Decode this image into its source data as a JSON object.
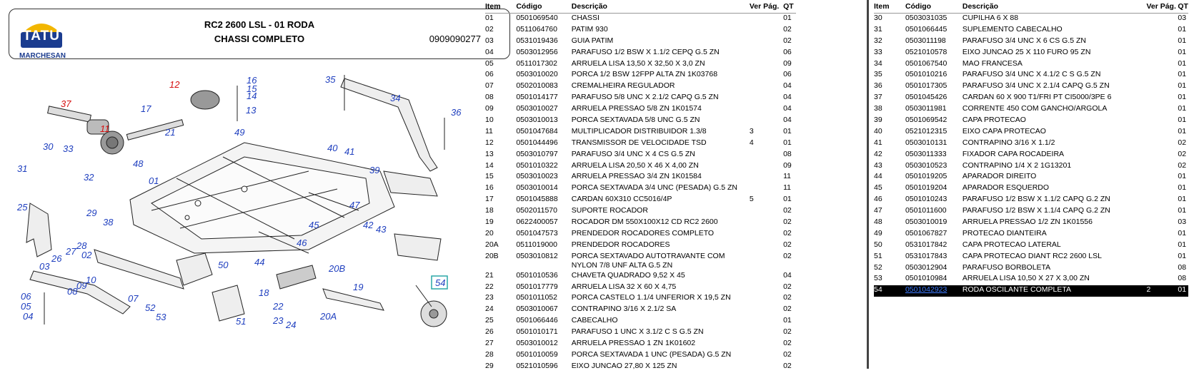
{
  "header": {
    "logo_word": "TATU",
    "logo_sub": "MARCHESAN",
    "title": "RC2 2600 LSL - 01 RODA",
    "subtitle": "CHASSI COMPLETO",
    "code": "0909090277"
  },
  "table": {
    "headers": [
      "Item",
      "Código",
      "Descrição",
      "Ver Pág.",
      "QT"
    ]
  },
  "left_rows": [
    [
      "01",
      "0501069540",
      "CHASSI",
      "",
      "01"
    ],
    [
      "02",
      "0511064760",
      "PATIM 930",
      "",
      "02"
    ],
    [
      "03",
      "0531019436",
      "GUIA PATIM",
      "",
      "02"
    ],
    [
      "04",
      "0503012956",
      "PARAFUSO 1/2 BSW X 1.1/2 CEPQ G.5 ZN",
      "",
      "06"
    ],
    [
      "05",
      "0511017302",
      "ARRUELA LISA 13,50 X 32,50 X 3,0 ZN",
      "",
      "09"
    ],
    [
      "06",
      "0503010020",
      "PORCA   1/2   BSW 12FPP ALTA  ZN        1K03768",
      "",
      "06"
    ],
    [
      "07",
      "0502010083",
      "CREMALHEIRA REGULADOR",
      "",
      "04"
    ],
    [
      "08",
      "0501014177",
      "PARAFUSO 5/8 UNC X 2.1/2 CAPQ G.5 ZN",
      "",
      "04"
    ],
    [
      "09",
      "0503010027",
      "ARRUELA PRESSAO 5/8 ZN 1K01574",
      "",
      "04"
    ],
    [
      "10",
      "0503010013",
      "PORCA SEXTAVADA 5/8 UNC G.5 ZN",
      "",
      "04"
    ],
    [
      "11",
      "0501047684",
      "MULTIPLICADOR DISTRIBUIDOR 1.3/8",
      "3",
      "01"
    ],
    [
      "12",
      "0501044496",
      "TRANSMISSOR DE VELOCIDADE TSD",
      "4",
      "01"
    ],
    [
      "13",
      "0503010797",
      "PARAFUSO 3/4 UNC X 4 CS G.5 ZN",
      "",
      "08"
    ],
    [
      "14",
      "0501010322",
      "ARRUELA LISA 20,50 X 46 X 4,00   ZN",
      "",
      "09"
    ],
    [
      "15",
      "0503010023",
      "ARRUELA PRESSAO 3/4 ZN 1K01584",
      "",
      "11"
    ],
    [
      "16",
      "0503010014",
      "PORCA SEXTAVADA 3/4 UNC (PESADA) G.5 ZN",
      "",
      "11"
    ],
    [
      "17",
      "0501045888",
      "CARDAN 60X310 CC5016/4P",
      "5",
      "01"
    ],
    [
      "18",
      "0502011570",
      "SUPORTE ROCADOR",
      "",
      "02"
    ],
    [
      "19",
      "0622400057",
      "ROCADOR DM 550X100X12 CD RC2 2600",
      "",
      "02"
    ],
    [
      "20",
      "0501047573",
      "PRENDEDOR ROCADORES COMPLETO",
      "",
      "02"
    ],
    [
      "20A",
      "0511019000",
      "PRENDEDOR ROCADORES",
      "",
      "02"
    ],
    [
      "20B",
      "0503010812",
      "PORCA  SEXTAVADO  AUTOTRAVANTE  COM  NYLON 7/8 UNF ALTA G.5 ZN",
      "",
      "02"
    ],
    [
      "21",
      "0501010536",
      "CHAVETA QUADRADO 9,52 X 45",
      "",
      "04"
    ],
    [
      "22",
      "0501017779",
      "ARRUELA LISA 32 X 60 X 4,75",
      "",
      "02"
    ],
    [
      "23",
      "0501011052",
      "PORCA CASTELO 1.1/4 UNFERIOR X 19,5 ZN",
      "",
      "02"
    ],
    [
      "24",
      "0503010067",
      "CONTRAPINO 3/16 X 2.1/2          SA",
      "",
      "02"
    ],
    [
      "25",
      "0501066446",
      "CABECALHO",
      "",
      "01"
    ],
    [
      "26",
      "0501010171",
      "PARAFUSO 1 UNC X 3.1/2 C S G.5 ZN",
      "",
      "02"
    ],
    [
      "27",
      "0503010012",
      "ARRUELA PRESSAO 1 ZN 1K01602",
      "",
      "02"
    ],
    [
      "28",
      "0501010059",
      "PORCA SEXTAVADA 1 UNC (PESADA) G.5 ZN",
      "",
      "02"
    ],
    [
      "29",
      "0521010596",
      "EIXO JUNCAO 27,80 X 125            ZN",
      "",
      "02"
    ]
  ],
  "right_rows": [
    [
      "30",
      "0503031035",
      "CUPILHA 6 X 88",
      "",
      "03"
    ],
    [
      "31",
      "0501066445",
      "SUPLEMENTO CABECALHO",
      "",
      "01"
    ],
    [
      "32",
      "0503011198",
      "PARAFUSO 3/4 UNC X 6 CS G.5 ZN",
      "",
      "01"
    ],
    [
      "33",
      "0521010578",
      "EIXO JUNCAO 25 X 110 FURO 95 ZN",
      "",
      "01"
    ],
    [
      "34",
      "0501067540",
      "MAO FRANCESA",
      "",
      "01"
    ],
    [
      "35",
      "0501010216",
      "PARAFUSO 3/4 UNC X 4.1/2 C S  G.5 ZN",
      "",
      "01"
    ],
    [
      "36",
      "0501017305",
      "PARAFUSO 3/4 UNC X 2.1/4 CAPQ G.5 ZN",
      "",
      "01"
    ],
    [
      "37",
      "0501045426",
      "CARDAN 60 X 900 T1/FRI PT CI5000/3PE     6",
      "",
      "01"
    ],
    [
      "38",
      "0503011981",
      "CORRENTE 450 COM GANCHO/ARGOLA",
      "",
      "01"
    ],
    [
      "39",
      "0501069542",
      "CAPA PROTECAO",
      "",
      "01"
    ],
    [
      "40",
      "0521012315",
      "EIXO CAPA PROTECAO",
      "",
      "01"
    ],
    [
      "41",
      "0503010131",
      "CONTRAPINO 3/16 X 1.1/2",
      "",
      "02"
    ],
    [
      "42",
      "0503011333",
      "FIXADOR CAPA ROCADEIRA",
      "",
      "02"
    ],
    [
      "43",
      "0503010523",
      "CONTRAPINO 1/4  X 2  1G13201",
      "",
      "02"
    ],
    [
      "44",
      "0501019205",
      "APARADOR DIREITO",
      "",
      "01"
    ],
    [
      "45",
      "0501019204",
      "APARADOR ESQUERDO",
      "",
      "01"
    ],
    [
      "46",
      "0501010243",
      "PARAFUSO 1/2 BSW X 1.1/2 CAPQ G.2 ZN",
      "",
      "01"
    ],
    [
      "47",
      "0501011600",
      "PARAFUSO 1/2 BSW X 1.1/4 CAPQ G.2 ZN",
      "",
      "01"
    ],
    [
      "48",
      "0503010019",
      "ARRUELA PRESSAO 1/2 ZN 1K01556",
      "",
      "03"
    ],
    [
      "49",
      "0501067827",
      "PROTECAO DIANTEIRA",
      "",
      "01"
    ],
    [
      "50",
      "0531017842",
      "CAPA PROTECAO LATERAL",
      "",
      "01"
    ],
    [
      "51",
      "0531017843",
      "CAPA PROTECAO DIANT    RC2 2600 LSL",
      "",
      "01"
    ],
    [
      "52",
      "0503012904",
      "PARAFUSO BORBOLETA",
      "",
      "08"
    ],
    [
      "53",
      "0501010984",
      "ARRUELA LISA 10,50 X 27 X 3,00 ZN",
      "",
      "08"
    ],
    [
      "54",
      "0501042923",
      "RODA OSCILANTE COMPLETA",
      "2",
      "01"
    ]
  ],
  "callouts": {
    "blue": [
      "01",
      "02",
      "03",
      "04",
      "05",
      "06",
      "07",
      "08",
      "09",
      "10",
      "13",
      "14",
      "15",
      "16",
      "17",
      "18",
      "19",
      "20A",
      "20B",
      "21",
      "22",
      "23",
      "24",
      "25",
      "26",
      "27",
      "28",
      "29",
      "30",
      "31",
      "32",
      "33",
      "34",
      "35",
      "36",
      "38",
      "39",
      "40",
      "41",
      "42",
      "43",
      "44",
      "45",
      "46",
      "47",
      "48",
      "49",
      "50",
      "51",
      "52",
      "53",
      "54"
    ],
    "red": [
      "11",
      "12",
      "37"
    ]
  },
  "colors": {
    "callout_blue": "#1f3fbf",
    "callout_red": "#d61010",
    "selected_bg": "#000000",
    "selected_code": "#3d7bff",
    "highlight_box": "#2aa7a7"
  }
}
